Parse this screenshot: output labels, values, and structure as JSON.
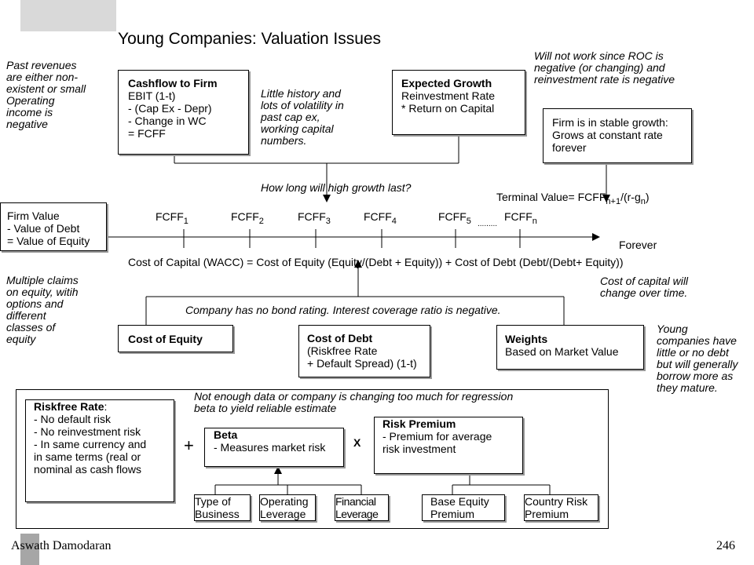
{
  "title": "Young Companies: Valuation Issues",
  "footer": {
    "author": "Aswath Damodaran",
    "page": "246"
  },
  "notes": {
    "past_revenues": [
      "Past revenues",
      "are either non-",
      "existent or small",
      "Operating",
      "income is",
      "negative"
    ],
    "little_history": [
      "Little history and",
      "lots of volatility in",
      "past cap ex,",
      "working capital",
      "numbers."
    ],
    "roc": [
      "Will not work since ROC is",
      "negative (or changing) and",
      "reinvestment rate is negative"
    ],
    "high_growth": "How long will high growth last?",
    "multiple_claims": [
      "Multiple claims",
      "on equity, witih",
      "options and",
      "different",
      "classes of",
      "equity"
    ],
    "cost_capital_change": [
      "Cost of capital will",
      "change over time."
    ],
    "no_bond_rating": "Company has no bond rating. Interest coverage ratio is negative.",
    "young_debt": [
      "Young",
      "companies have",
      "little or no debt",
      "but will generally",
      "borrow more as",
      "they mature."
    ],
    "regression": [
      "Not enough data or company is changing too much for regression",
      "beta to yield reliable estimate"
    ]
  },
  "boxes": {
    "cashflow": {
      "title": "Cashflow to Firm",
      "lines": [
        "EBIT (1-t)",
        "- (Cap Ex - Depr)",
        "- Change in WC",
        "= FCFF"
      ]
    },
    "expected_growth": {
      "title": "Expected Growth",
      "lines": [
        "Reinvestment Rate",
        "* Return on Capital"
      ]
    },
    "stable_growth": {
      "lines": [
        "Firm is in stable growth:",
        "Grows at constant rate",
        "forever"
      ]
    },
    "firm_value": {
      "lines": [
        "Firm Value",
        "- Value of Debt",
        "= Value of Equity"
      ]
    },
    "cost_of_equity": {
      "title": "Cost of Equity"
    },
    "cost_of_debt": {
      "title": "Cost of Debt",
      "lines": [
        "(Riskfree Rate",
        "+ Default Spread) (1-t)"
      ]
    },
    "weights": {
      "title": "Weights",
      "lines": [
        "Based on Market Value"
      ]
    },
    "riskfree": {
      "title": "Riskfree Rate",
      "title_suffix": ":",
      "lines": [
        "- No default risk",
        "- No reinvestment risk",
        "- In same currency and",
        "in same terms (real or",
        "nominal as cash flows"
      ]
    },
    "beta": {
      "title": "Beta",
      "lines": [
        "- Measures market risk"
      ]
    },
    "risk_premium": {
      "title": "Risk Premium",
      "lines": [
        "- Premium for average",
        "risk investment"
      ]
    },
    "type_business": {
      "lines": [
        "Type of",
        "Business"
      ]
    },
    "operating_leverage": {
      "lines": [
        "Operating",
        "Leverage"
      ]
    },
    "financial_leverage": {
      "lines": [
        "Financial",
        "Leverage"
      ]
    },
    "base_equity": {
      "lines": [
        "Base Equity",
        "Premium"
      ]
    },
    "country_risk": {
      "lines": [
        "Country Risk",
        "Premium"
      ]
    }
  },
  "timeline": {
    "fcff": "FCFF",
    "subs": [
      "1",
      "2",
      "3",
      "4",
      "5",
      "n"
    ],
    "dots": ".........",
    "forever": "Forever",
    "terminal_prefix": "Terminal Value= FCFF",
    "terminal_sub1": "n+1",
    "terminal_mid": "/(r-g",
    "terminal_sub2": "n",
    "terminal_end": ")"
  },
  "wacc": "Cost of Capital (WACC) = Cost of Equity (Equity/(Debt + Equity)) + Cost of Debt (Debt/(Debt+ Equity))",
  "operators": {
    "plus": "+",
    "times": "X"
  }
}
